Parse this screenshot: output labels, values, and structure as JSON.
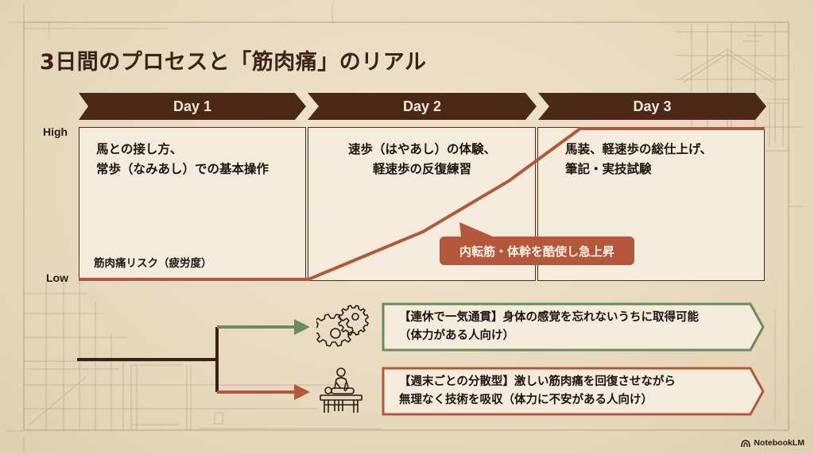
{
  "title": "3日間のプロセスと「筋肉痛」のリアル",
  "axis": {
    "high_label": "High",
    "low_label": "Low",
    "series_label": "筋肉痛リスク（疲労度）"
  },
  "days": [
    {
      "label": "Day 1",
      "description": "馬との接し方、\n常歩（なみあし）での基本操作"
    },
    {
      "label": "Day 2",
      "description": "速歩（はやあし）の体験、\n軽速歩の反復練習"
    },
    {
      "label": "Day 3",
      "description": "馬装、軽速歩の総仕上げ、\n筆記・実技試験"
    }
  ],
  "callout": {
    "text": "内転筋・体幹を酷使し急上昇",
    "color": "#b5573a"
  },
  "options": [
    {
      "icon": "gears-icon",
      "text": "【連休で一気通貫】身体の感覚を忘れないうちに取得可能\n（体力がある人向け）",
      "color": "#6b8a62"
    },
    {
      "icon": "massage-icon",
      "text": "【週末ごとの分散型】激しい筋肉痛を回復させながら\n無理なく技術を吸収（体力に不安がある人向け）",
      "color": "#b5573a"
    }
  ],
  "colors": {
    "header_bg": "#4a2a17",
    "line": "#b5573a",
    "green": "#6b8a62",
    "background": "#e9dcc2"
  },
  "chart_data": {
    "type": "line",
    "title": "3日間のプロセスと「筋肉痛」のリアル",
    "xlabel": "",
    "ylabel": "筋肉痛リスク（疲労度）",
    "categories": [
      "Day 1",
      "Day 2",
      "Day 3"
    ],
    "y_tick_labels": [
      "Low",
      "High"
    ],
    "ylim": [
      0,
      1
    ],
    "series": [
      {
        "name": "筋肉痛リスク（疲労度）",
        "x": [
          0.0,
          1.0,
          1.5,
          2.0,
          2.15,
          3.0
        ],
        "values": [
          0.0,
          0.0,
          0.3,
          0.8,
          1.0,
          1.0
        ]
      }
    ],
    "annotations": [
      "内転筋・体幹を酷使し急上昇"
    ]
  },
  "brand": "NotebookLM"
}
